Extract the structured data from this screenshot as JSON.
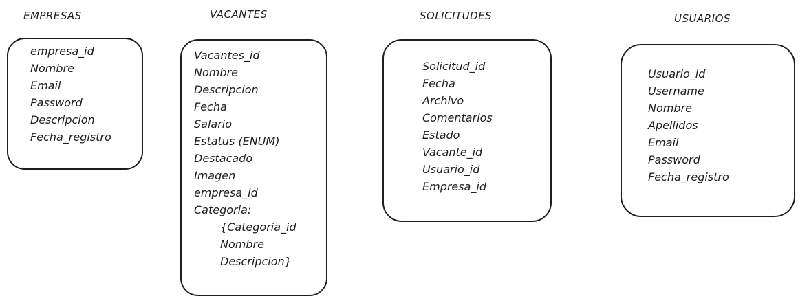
{
  "entities": [
    {
      "title": "EMPRESAS",
      "fields": [
        "empresa_id",
        "Nombre",
        "Email",
        "Password",
        "Descripcion",
        "Fecha_registro"
      ]
    },
    {
      "title": "VACANTES",
      "fields": [
        "Vacantes_id",
        "Nombre",
        "Descripcion",
        "Fecha",
        "Salario",
        "Estatus (ENUM)",
        "Destacado",
        "Imagen",
        "empresa_id",
        "Categoria:"
      ],
      "nested_fields": [
        "{Categoria_id",
        "Nombre",
        "Descripcion}"
      ]
    },
    {
      "title": "SOLICITUDES",
      "fields": [
        "Solicitud_id",
        "Fecha",
        "Archivo",
        "Comentarios",
        "Estado",
        "Vacante_id",
        "Usuario_id",
        "Empresa_id"
      ]
    },
    {
      "title": "USUARIOS",
      "fields": [
        "Usuario_id",
        "Username",
        "Nombre",
        "Apellidos",
        "Email",
        "Password",
        "Fecha_registro"
      ]
    }
  ]
}
